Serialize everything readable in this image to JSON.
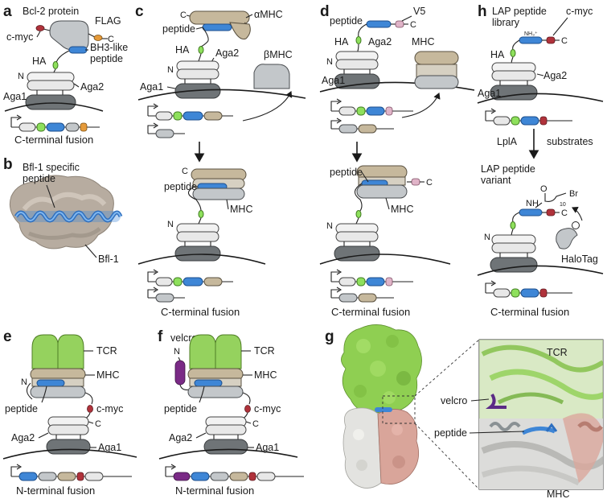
{
  "panels": {
    "a": {
      "letter": "a",
      "bcl2": "Bcl-2 protein",
      "flag": "FLAG",
      "cmyc": "c-myc",
      "bh3": "BH3-like",
      "bh3_2": "peptide",
      "ha": "HA",
      "n": "N",
      "c": "C",
      "aga2": "Aga2",
      "aga1": "Aga1",
      "caption": "C-terminal fusion"
    },
    "b": {
      "letter": "b",
      "label1": "Bfl-1 specific",
      "label2": "peptide",
      "bfl1": "Bfl-1"
    },
    "c": {
      "letter": "c",
      "c_top": "C",
      "alpha": "αMHC",
      "peptide": "peptide",
      "ha": "HA",
      "aga2": "Aga2",
      "n": "N",
      "beta": "βMHC",
      "aga1": "Aga1",
      "c2": "C",
      "peptide2": "peptide",
      "n2": "N",
      "mhc": "MHC",
      "caption": "C-terminal fusion"
    },
    "d": {
      "letter": "d",
      "peptide": "peptide",
      "v5": "V5",
      "c": "C",
      "ha": "HA",
      "aga2": "Aga2",
      "mhc_top": "MHC",
      "n": "N",
      "aga1": "Aga1",
      "peptide2": "peptide",
      "c2": "C",
      "n2": "N",
      "mhc": "MHC",
      "caption": "C-terminal fusion"
    },
    "h": {
      "letter": "h",
      "lap1": "LAP peptide",
      "lap2": "library",
      "nh3": "NH₃⁺",
      "cmyc": "c-myc",
      "c": "C",
      "ha": "HA",
      "aga2": "Aga2",
      "aga1": "Aga1",
      "lpla": "LplA",
      "substrates": "substrates",
      "var1": "LAP peptide",
      "var2": "variant",
      "o": "O",
      "br": "Br",
      "nh": "NH",
      "sub10": "10",
      "c2": "C",
      "n": "N",
      "halotag": "HaloTag",
      "caption": "C-terminal fusion"
    },
    "e": {
      "letter": "e",
      "tcr": "TCR",
      "mhc": "MHC",
      "n": "N",
      "peptide": "peptide",
      "cmyc": "c-myc",
      "c": "C",
      "aga2": "Aga2",
      "aga1": "Aga1",
      "caption": "N-terminal fusion"
    },
    "f": {
      "letter": "f",
      "velcro": "velcro",
      "n": "N",
      "tcr": "TCR",
      "mhc": "MHC",
      "peptide": "peptide",
      "cmyc": "c-myc",
      "c": "C",
      "aga2": "Aga2",
      "aga1": "Aga1",
      "caption": "N-terminal fusion"
    },
    "g": {
      "letter": "g",
      "tcr": "TCR",
      "velcro": "velcro",
      "peptide": "peptide",
      "mhc": "MHC"
    }
  },
  "colors": {
    "aga1": "#6f7477",
    "aga2": "#e8e8e8",
    "ha_tag": "#8ee05c",
    "peptide": "#3e86d6",
    "mhc_alpha": "#c6b89c",
    "mhc_beta": "#c3c7ca",
    "tcr": "#95d25e",
    "cmyc": "#b0323b",
    "flag": "#e59a3a",
    "v5": "#e0b4c8",
    "velcro": "#7a2a86"
  }
}
